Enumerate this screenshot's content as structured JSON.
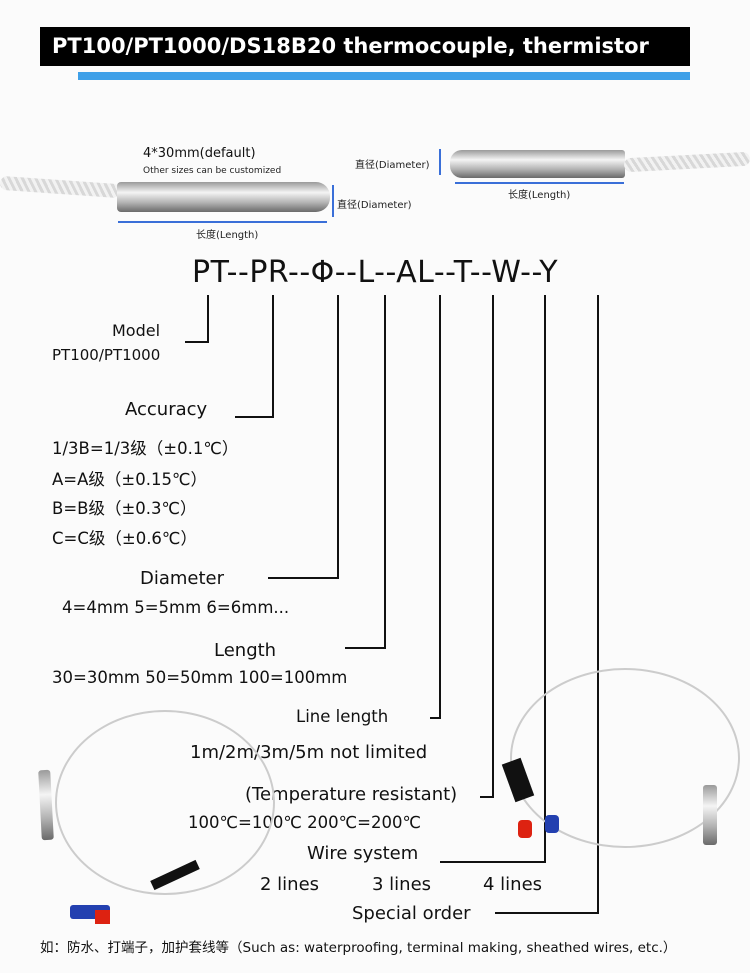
{
  "title": "PT100/PT1000/DS18B20 thermocouple, thermistor",
  "probe_left": {
    "size": "4*30mm(default)",
    "note": "Other sizes can be customized",
    "diameter": "直径(Diameter)",
    "length": "长度(Length)"
  },
  "probe_right": {
    "diameter": "直径(Diameter)",
    "length": "长度(Length)"
  },
  "code": "PT--PR--Φ--L--AL--T--W--Y",
  "model": {
    "label": "Model",
    "value": "PT100/PT1000"
  },
  "accuracy": {
    "label": "Accuracy",
    "options": [
      "1/3B=1/3级（±0.1℃）",
      "A=A级（±0.15℃）",
      "B=B级（±0.3℃）",
      "C=C级（±0.6℃）"
    ]
  },
  "diameter": {
    "label": "Diameter",
    "value": "4=4mm 5=5mm 6=6mm..."
  },
  "length": {
    "label": "Length",
    "value": "30=30mm 50=50mm 100=100mm"
  },
  "line_length": {
    "label": "Line length",
    "value": "1m/2m/3m/5m not limited"
  },
  "temperature": {
    "label": "(Temperature resistant)",
    "value": "100℃=100℃ 200℃=200℃"
  },
  "wire_system": {
    "label": "Wire system",
    "options": [
      "2 lines",
      "3 lines",
      "4 lines"
    ]
  },
  "special_order": {
    "label": "Special order",
    "note": "如：防水、打端子，加护套线等（Such as: waterproofing, terminal making, sheathed wires, etc.）"
  }
}
